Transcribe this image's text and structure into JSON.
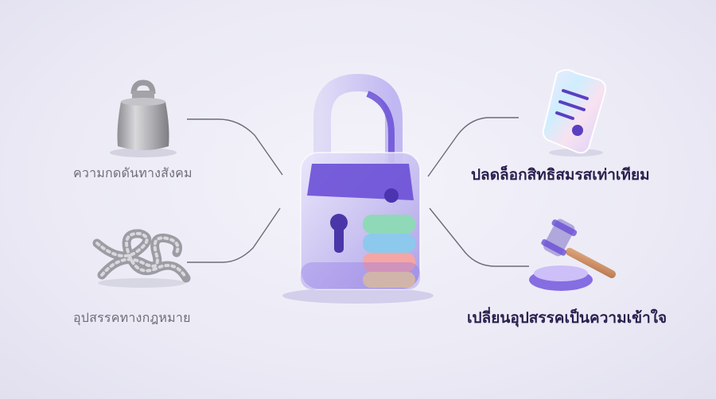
{
  "left": {
    "top_label": "ความกดดันทางสังคม",
    "bottom_label": "อุปสรรคทางกฎหมาย"
  },
  "right": {
    "top_label": "ปลดล็อกสิทธิสมรสเท่าเทียม",
    "bottom_label": "เปลี่ยนอุปสรรคเป็นความเข้าใจ"
  },
  "icons": {
    "weight": "kettlebell-weight-icon",
    "knot": "rope-knot-icon",
    "padlock": "open-padlock-icon",
    "document": "document-scroll-icon",
    "gavel": "gavel-icon"
  },
  "colors": {
    "accent_purple": "#6a4fd6",
    "text_dark": "#2a1f4e",
    "text_gray": "#6e6e78",
    "bar_green": "#8fd9b8",
    "bar_blue": "#8cc9ec",
    "bar_pink": "#f4a6a6",
    "bar_yellow": "#f6d98a"
  }
}
